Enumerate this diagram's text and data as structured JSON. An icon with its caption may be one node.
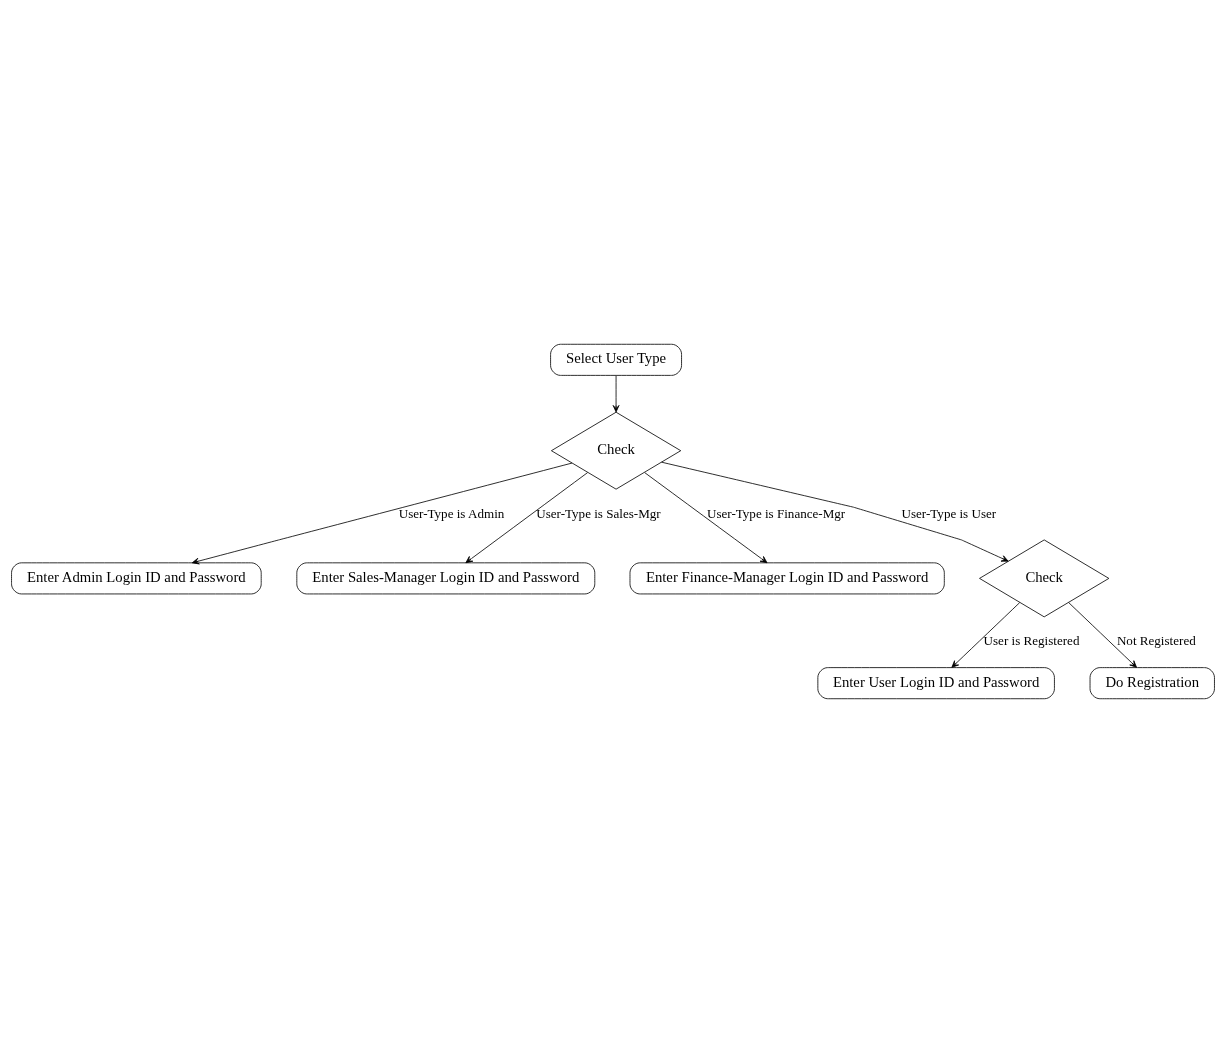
{
  "diagram": {
    "nodes": [
      {
        "text": [
          "Select User Type"
        ]
      },
      {
        "text": [
          "Check"
        ]
      },
      {
        "text": [
          "Enter Admin Login ID and Password"
        ]
      },
      {
        "text": [
          "Enter Sales-Manager Login ID and Password"
        ]
      },
      {
        "text": [
          "Enter Finance-Manager Login ID and Password"
        ]
      },
      {
        "text": [
          "Check"
        ]
      },
      {
        "text": [
          "Enter User Login ID and Password"
        ]
      },
      {
        "text": [
          "Do Registration"
        ]
      }
    ],
    "edges": [
      {
        "from": 0,
        "to": 1,
        "arrow": "to"
      },
      {
        "from": 1,
        "to": 2,
        "arrow": "to",
        "label": "User-Type is Admin"
      },
      {
        "from": 1,
        "to": 3,
        "arrow": "to",
        "label": "User-Type is Sales-Mgr"
      },
      {
        "from": 1,
        "to": 4,
        "arrow": "to",
        "label": "User-Type is Finance-Mgr"
      },
      {
        "from": 1,
        "to": 5,
        "arrow": "to",
        "label": "User-Type is User"
      },
      {
        "from": 5,
        "to": 6,
        "arrow": "to",
        "label": "User is Registered"
      },
      {
        "from": 5,
        "to": 7,
        "arrow": "to",
        "label": "Not Registered"
      }
    ]
  }
}
